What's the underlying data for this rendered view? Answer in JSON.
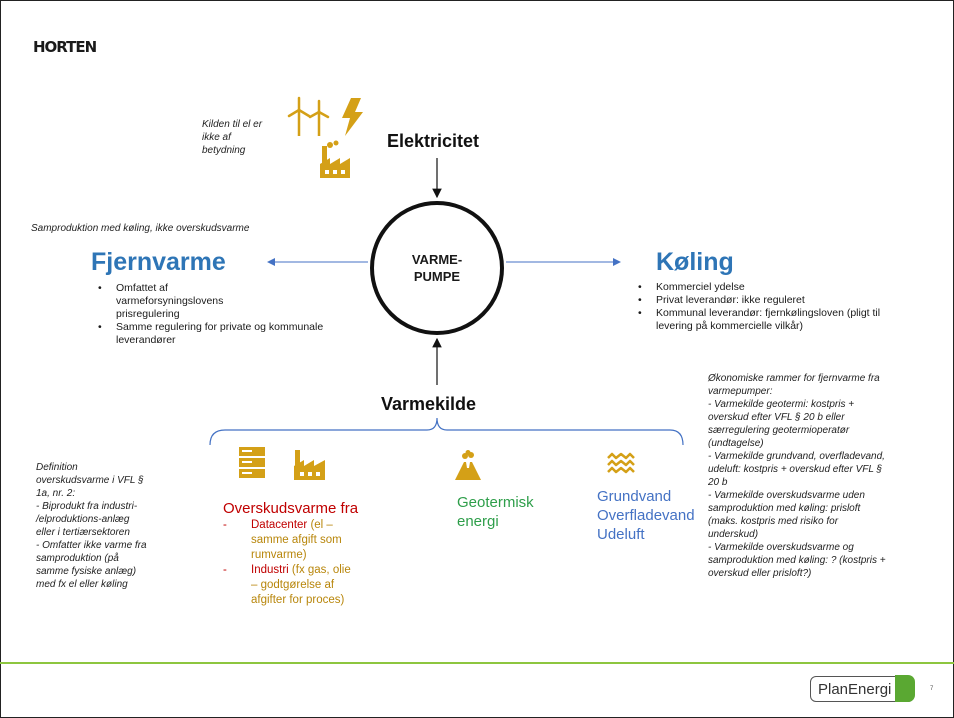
{
  "header": {
    "logo": "HORTEN"
  },
  "electricity": {
    "title": "Elektricitet",
    "note": [
      "Kilden til el er",
      "ikke af",
      "betydning"
    ]
  },
  "center": {
    "line1": "VARME-",
    "line2": "PUMPE"
  },
  "district_heating": {
    "note": "Samproduktion med køling, ikke overskudsvarme",
    "title": "Fjernvarme",
    "bullets": [
      "Omfattet af varmeforsyningslovens prisregulering",
      "Samme regulering for private og kommunale leverandører"
    ]
  },
  "cooling": {
    "title": "Køling",
    "bullets": [
      "Kommerciel ydelse",
      "Privat leverandør: ikke reguleret",
      "Kommunal leverandør: fjernkølingsloven (pligt til levering på kommercielle vilkår)"
    ]
  },
  "heat_source": {
    "title": "Varmekilde",
    "surplus": {
      "title": "Overskudsvarme fra",
      "items": [
        {
          "dash": "-",
          "label": "Datacenter",
          "detail": " (el – samme afgift som rumvarme)"
        },
        {
          "dash": "-",
          "label": "Industri",
          "detail": " (fx gas, olie – godtgørelse af afgifter for proces)"
        }
      ]
    },
    "geothermal": {
      "line1": "Geotermisk",
      "line2": "energi"
    },
    "ambient": {
      "line1": "Grundvand",
      "line2": "Overfladevand",
      "line3": "Udeluft"
    }
  },
  "left_note": {
    "lines": [
      "Definition",
      "overskudsvarme i VFL §",
      "1a, nr. 2:",
      "- Biprodukt fra industri-",
      "/elproduktions-anlæg",
      "eller i tertiærsektoren",
      "- Omfatter ikke varme fra",
      "samproduktion (på",
      "samme fysiske anlæg)",
      "med fx el eller køling"
    ]
  },
  "right_note": {
    "lines": [
      "Økonomiske rammer for fjernvarme fra",
      "varmepumper:",
      "- Varmekilde geotermi: kostpris +",
      "overskud efter VFL § 20 b eller",
      "særregulering geotermioperatør",
      "(undtagelse)",
      "- Varmekilde grundvand, overfladevand,",
      "udeluft: kostpris + overskud efter VFL §",
      "20 b",
      "- Varmekilde overskudsvarme uden",
      "samproduktion med køling: prisloft",
      "(maks. kostpris med risiko for",
      "underskud)",
      "- Varmekilde overskudsvarme og",
      "samproduktion med køling: ? (kostpris +",
      "overskud eller prisloft?)"
    ]
  },
  "footer": {
    "logo": "PlanEnergi",
    "page": "7"
  },
  "colors": {
    "blue": "#2e75b6",
    "gold": "#b8860b",
    "red": "#c00000",
    "green": "#2e9e4a",
    "blue_light": "#4472c4",
    "rule": "#8dc63f",
    "icon": "#d4a017"
  }
}
